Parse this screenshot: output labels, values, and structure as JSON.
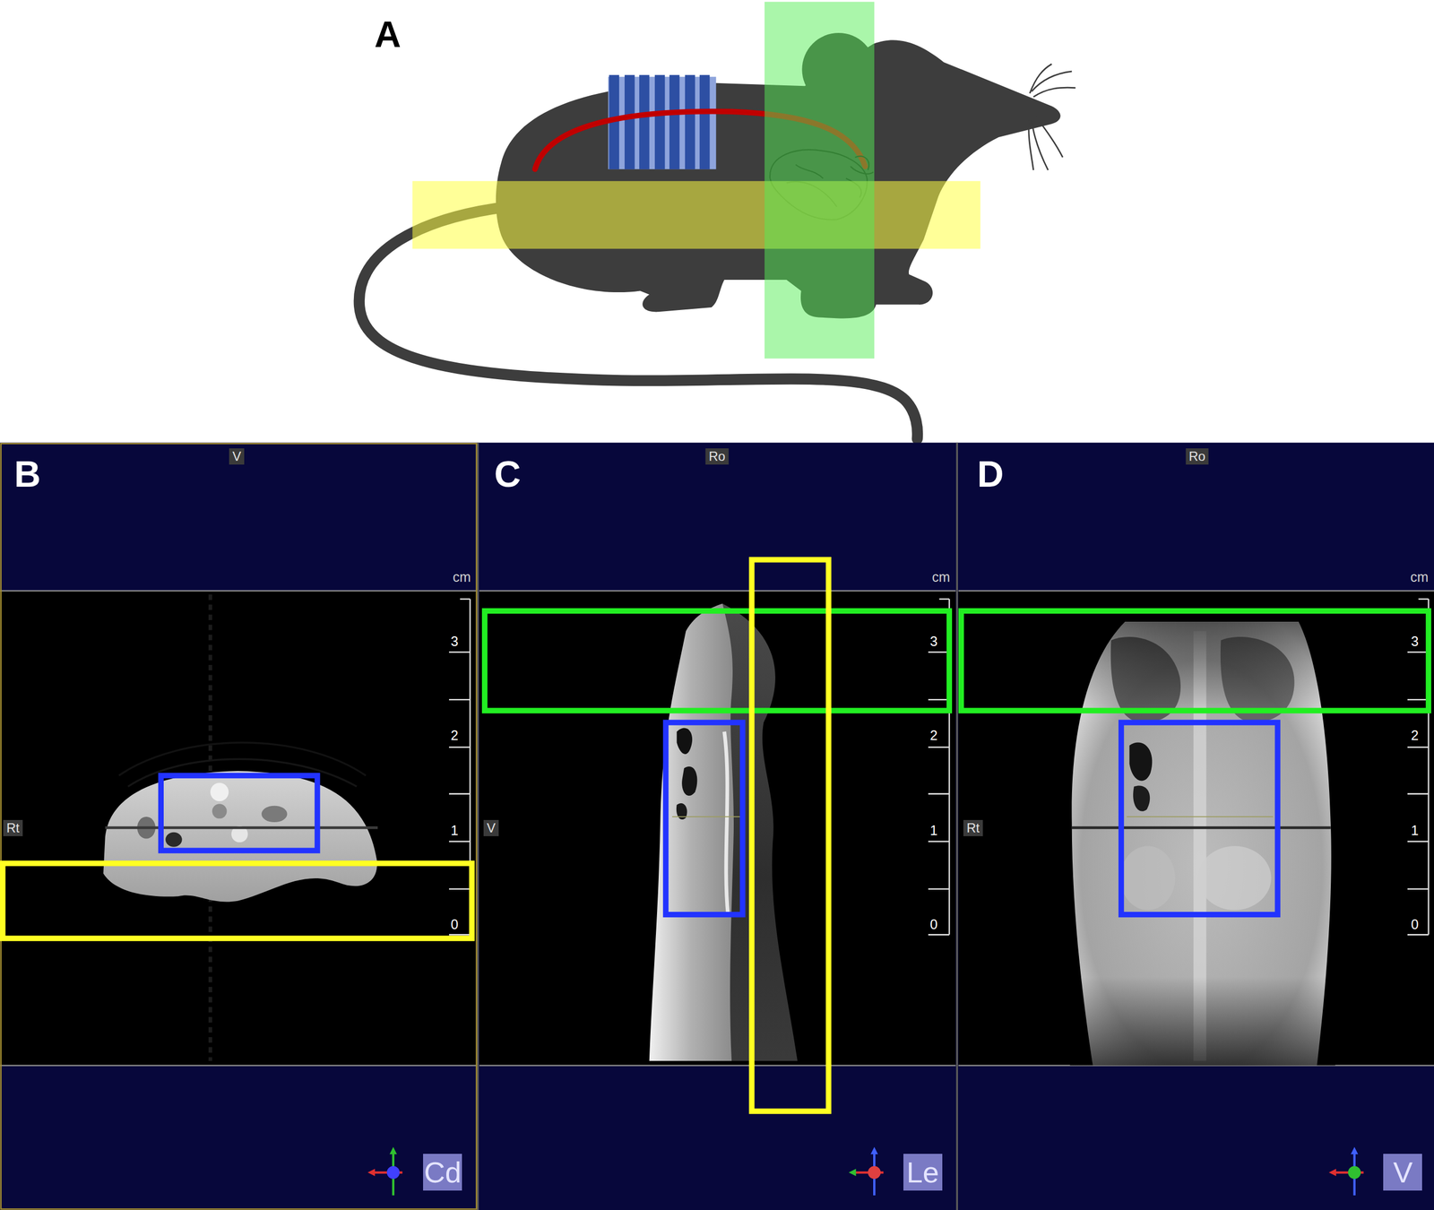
{
  "diagram": {
    "labels": [
      "A",
      "B",
      "V",
      "cm",
      "3",
      "2",
      "1",
      "0",
      "Rt",
      "Cd",
      "C",
      "Ro",
      "cm",
      "3",
      "2",
      "1",
      "0",
      "V",
      "Le",
      "D",
      "Ro",
      "cm",
      "3",
      "2",
      "1",
      "0",
      "Rt",
      "V"
    ]
  }
}
